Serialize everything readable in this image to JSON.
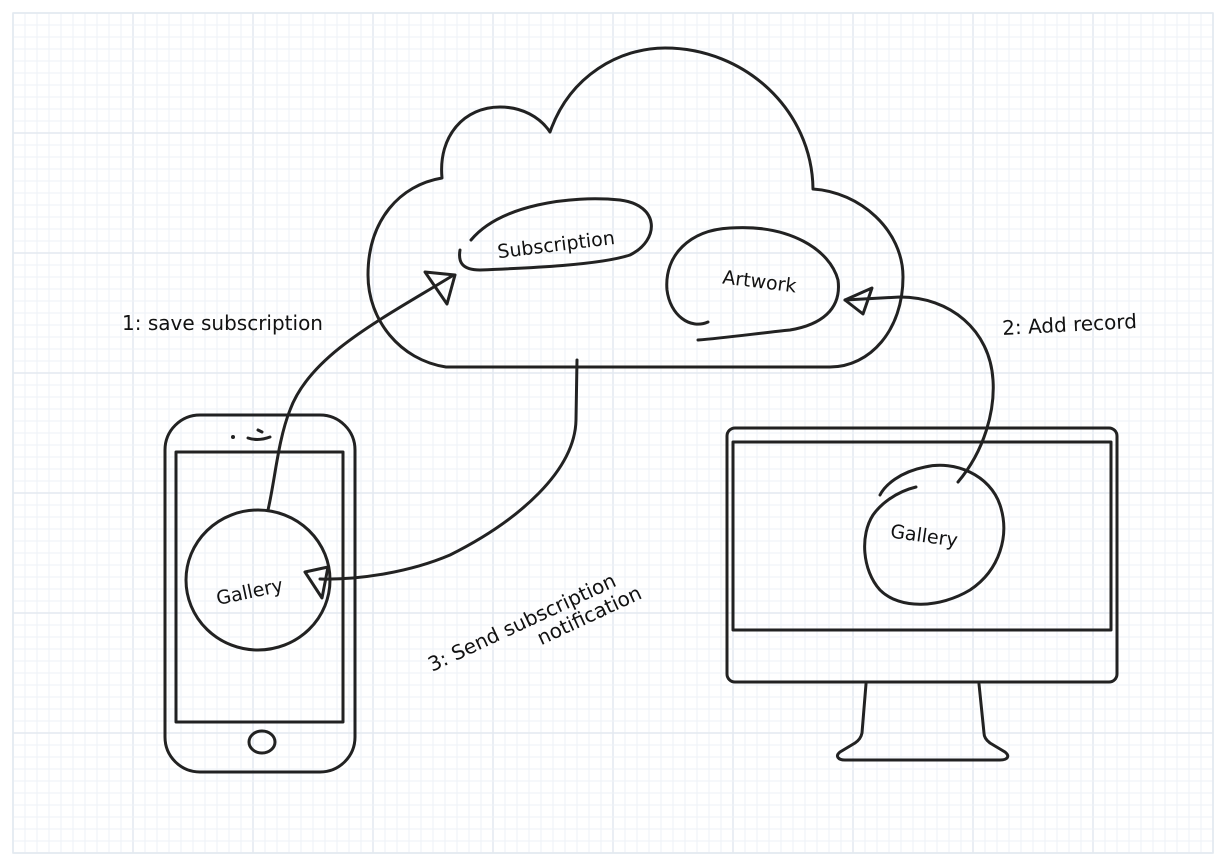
{
  "diagram": {
    "nodes": {
      "cloud": {
        "name": "Cloud"
      },
      "subscription": {
        "label": "Subscription"
      },
      "artwork": {
        "label": "Artwork"
      },
      "phone_gallery": {
        "label": "Gallery"
      },
      "desktop_gallery": {
        "label": "Gallery"
      }
    },
    "devices": {
      "phone": {
        "name": "Phone"
      },
      "desktop": {
        "name": "Desktop monitor"
      }
    },
    "steps": [
      {
        "label": "1: save subscription"
      },
      {
        "label": "2: Add record"
      },
      {
        "label_line1": "3: Send subscription",
        "label_line2": "notification"
      }
    ]
  }
}
